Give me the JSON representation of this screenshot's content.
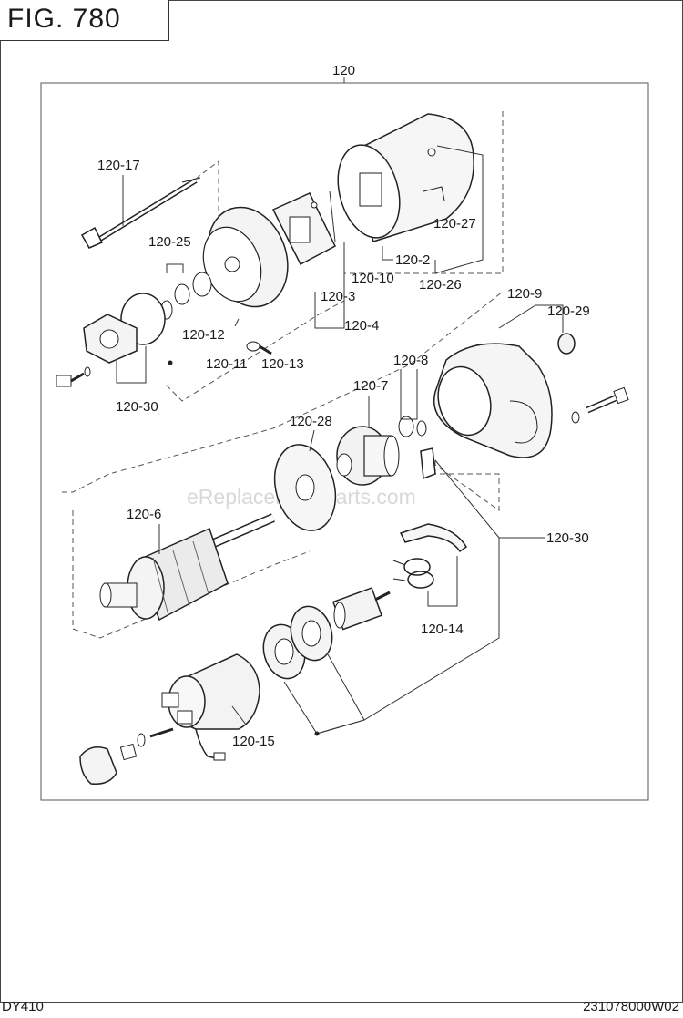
{
  "figure": {
    "title": "FIG. 780"
  },
  "footer": {
    "model": "DY410",
    "code": "231078000W02"
  },
  "watermark": "eReplacementParts.com",
  "callouts": {
    "assembly": "120",
    "p17": "120-17",
    "p25": "120-25",
    "p27": "120-27",
    "p2": "120-2",
    "p10": "120-10",
    "p26": "120-26",
    "p3": "120-3",
    "p4": "120-4",
    "p12": "120-12",
    "p11": "120-11",
    "p13": "120-13",
    "p30a": "120-30",
    "p9": "120-9",
    "p29": "120-29",
    "p8": "120-8",
    "p7": "120-7",
    "p28": "120-28",
    "p6": "120-6",
    "p30b": "120-30",
    "p14": "120-14",
    "p15": "120-15"
  }
}
